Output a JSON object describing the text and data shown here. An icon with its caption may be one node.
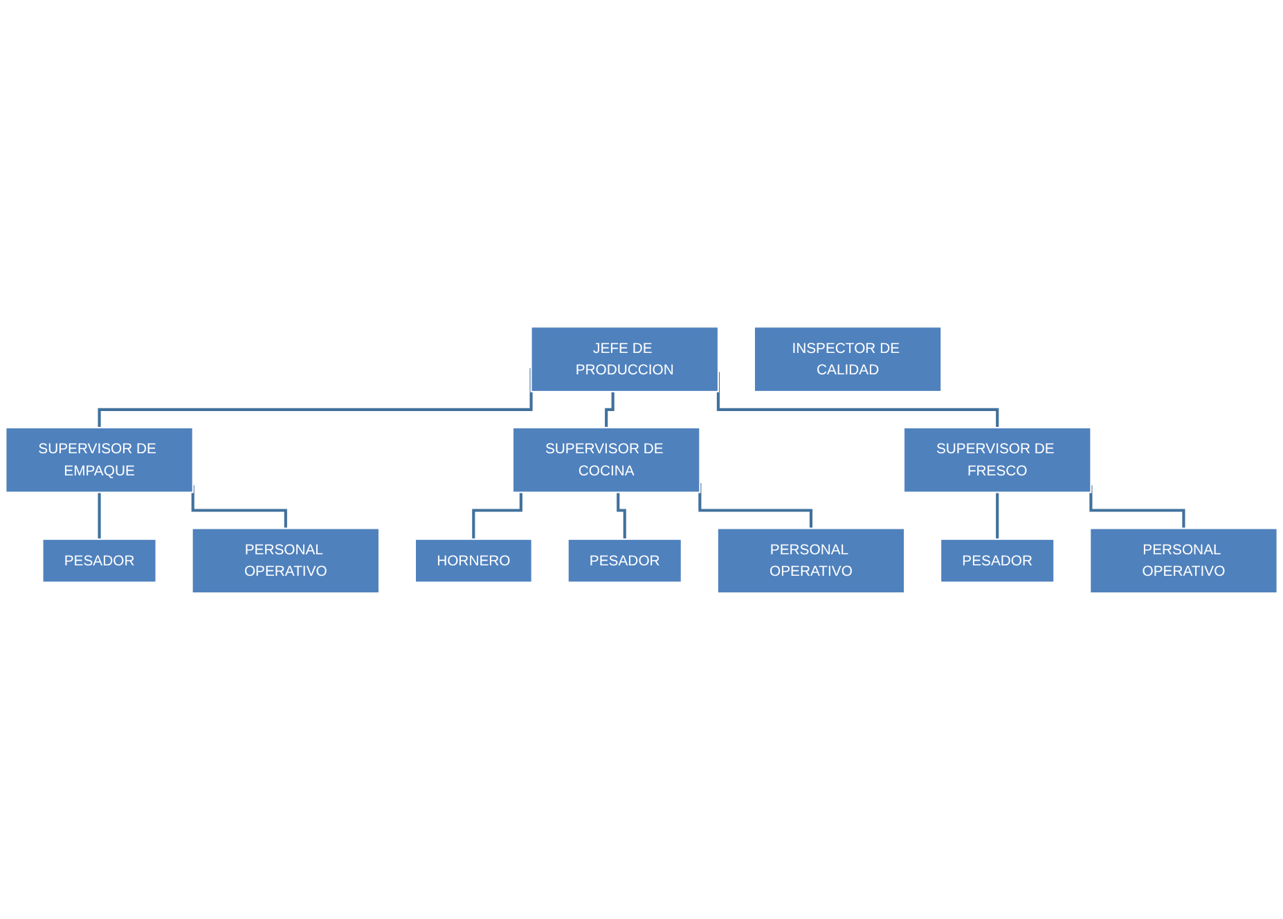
{
  "diagram": {
    "nodes": [
      {
        "text": [
          "JEFE DE PRODUCCION"
        ]
      },
      {
        "text": [
          "SUPERVISOR DE EMPAQUE"
        ]
      },
      {
        "text": [
          "SUPERVISOR DE COCINA"
        ]
      },
      {
        "text": [
          "SUPERVISOR DE FRESCO"
        ]
      },
      {
        "text": [
          "PESADOR"
        ]
      },
      {
        "text": [
          "PERSONAL OPERATIVO"
        ]
      },
      {
        "text": [
          "HORNERO"
        ]
      },
      {
        "text": [
          "PESADOR"
        ]
      },
      {
        "text": [
          "PERSONAL OPERATIVO"
        ]
      },
      {
        "text": [
          "PESADOR"
        ]
      },
      {
        "text": [
          "PERSONAL OPERATIVO"
        ]
      },
      {
        "text": [
          "INSPECTOR DE CALIDAD"
        ]
      }
    ],
    "edges": [
      {
        "from": 0,
        "to": 1,
        "arrow": "none"
      },
      {
        "from": 0,
        "to": 2,
        "arrow": "none"
      },
      {
        "from": 0,
        "to": 3,
        "arrow": "none"
      },
      {
        "from": 1,
        "to": 4,
        "arrow": "none"
      },
      {
        "from": 1,
        "to": 5,
        "arrow": "none"
      },
      {
        "from": 2,
        "to": 6,
        "arrow": "none"
      },
      {
        "from": 2,
        "to": 7,
        "arrow": "none"
      },
      {
        "from": 2,
        "to": 8,
        "arrow": "none"
      },
      {
        "from": 3,
        "to": 9,
        "arrow": "none"
      },
      {
        "from": 3,
        "to": 10,
        "arrow": "none"
      }
    ]
  }
}
